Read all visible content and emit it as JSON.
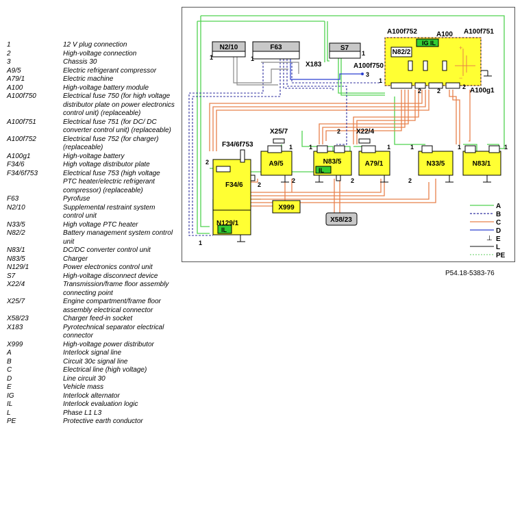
{
  "legend": [
    {
      "key": "1",
      "value": "12 V plug connection"
    },
    {
      "key": "2",
      "value": "High-voltage connection"
    },
    {
      "key": "3",
      "value": "Chassis 30"
    },
    {
      "key": "A9/5",
      "value": "Electric refrigerant compressor"
    },
    {
      "key": "A79/1",
      "value": "Electric machine"
    },
    {
      "key": "A100",
      "value": "High-voltage battery module"
    },
    {
      "key": "A100f750",
      "value": "Electrical fuse 750 (for high voltage distributor plate on power electronics control unit) (replaceable)"
    },
    {
      "key": "A100f751",
      "value": "Electrical fuse 751 (for DC/ DC converter control unit) (replaceable)"
    },
    {
      "key": "A100f752",
      "value": "Electrical fuse 752 (for charger) (replaceable)"
    },
    {
      "key": "A100g1",
      "value": "High-voltage battery"
    },
    {
      "key": "F34/6",
      "value": "High voltage distributor plate"
    },
    {
      "key": "F34/6f753",
      "value": "Electrical fuse 753 (high voltage PTC heater/electric refrigerant compressor) (replaceable)"
    },
    {
      "key": "F63",
      "value": "Pyrofuse"
    },
    {
      "key": "N2/10",
      "value": "Supplemental restraint system control unit"
    },
    {
      "key": "N33/5",
      "value": "High voltage PTC heater"
    },
    {
      "key": "N82/2",
      "value": "Battery management system control unit"
    },
    {
      "key": "N83/1",
      "value": "DC/DC converter control unit"
    },
    {
      "key": "N83/5",
      "value": "Charger"
    },
    {
      "key": "N129/1",
      "value": "Power electronics control unit"
    },
    {
      "key": "S7",
      "value": "High-voltage disconnect device"
    },
    {
      "key": "X22/4",
      "value": "Transmission/frame floor assembly connecting point"
    },
    {
      "key": "X25/7",
      "value": "Engine compartment/frame floor assembly electrical connector"
    },
    {
      "key": "X58/23",
      "value": "Charger feed-in socket"
    },
    {
      "key": "X183",
      "value": "Pyrotechnical separator electrical connector"
    },
    {
      "key": "X999",
      "value": "High-voltage power distributor"
    },
    {
      "key": "A",
      "value": "Interlock signal line"
    },
    {
      "key": "B",
      "value": "Circuit 30c signal line"
    },
    {
      "key": "C",
      "value": "Electrical line (high voltage)"
    },
    {
      "key": "D",
      "value": "Line circuit 30"
    },
    {
      "key": "E",
      "value": "Vehicle mass"
    },
    {
      "key": "IG",
      "value": "Interlock alternator"
    },
    {
      "key": "IL",
      "value": "Interlock evaluation logic"
    },
    {
      "key": "L",
      "value": "Phase L1  L3"
    },
    {
      "key": "PE",
      "value": "Protective earth conductor"
    }
  ],
  "components": {
    "n2_10": "N2/10",
    "f63": "F63",
    "s7": "S7",
    "x183": "X183",
    "n82_2": "N82/2",
    "ig": "IG",
    "il": "IL",
    "a100": "A100",
    "a100f752": "A100f752",
    "a100f751": "A100f751",
    "a100f750": "A100f750",
    "a100g1": "A100g1",
    "x25_7": "X25/7",
    "x22_4": "X22/4",
    "f34_6f753": "F34/6f753",
    "f34_6": "F34/6",
    "a9_5": "A9/5",
    "n83_5": "N83/5",
    "a79_1": "A79/1",
    "n33_5": "N33/5",
    "n83_1": "N83/1",
    "x999": "X999",
    "x58_23": "X58/23",
    "n129_1": "N129/1"
  },
  "pins": {
    "one": "1",
    "two": "2",
    "three": "3"
  },
  "line_legend": {
    "a": "A",
    "b": "B",
    "c": "C",
    "d": "D",
    "e": "E",
    "e_symbol": "⊥",
    "l": "L",
    "pe": "PE"
  },
  "reference": "P54.18-5383-76",
  "colors": {
    "interlock": "#4fd24f",
    "circuit_30c": "#3030a0",
    "high_voltage": "#e8804a",
    "line_30": "#2a3fd0",
    "phase": "#888888",
    "pe": "#7fd67f",
    "component_fill": "#ffff33",
    "module_grey": "#c8c8c8",
    "il_green": "#33cc33"
  }
}
